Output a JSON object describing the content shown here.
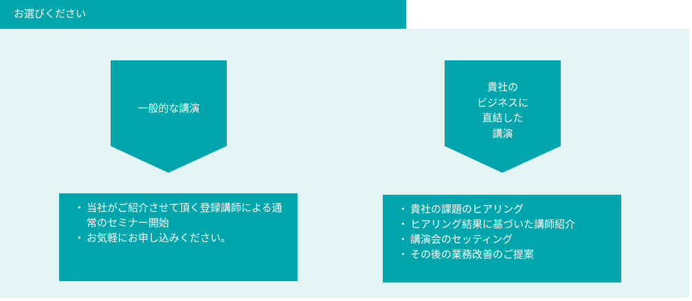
{
  "header": {
    "title": "お選びください"
  },
  "colors": {
    "accent": "#00a6ab",
    "panel": "#e4f3f3",
    "text_on_accent": "#ffffff"
  },
  "options": [
    {
      "chevron_lines": [
        "一般的な講演"
      ],
      "details": [
        "当社がご紹介させて頂く登録講師による通常のセミナー開始",
        "お気軽にお申し込みください。"
      ]
    },
    {
      "chevron_lines": [
        "貴社の",
        "ビジネスに",
        "直結した",
        "講演"
      ],
      "details": [
        "貴社の課題のヒアリング",
        "ヒアリング結果に基づいた講師紹介",
        "講演会のセッティング",
        "その後の業務改善のご提案"
      ]
    }
  ]
}
